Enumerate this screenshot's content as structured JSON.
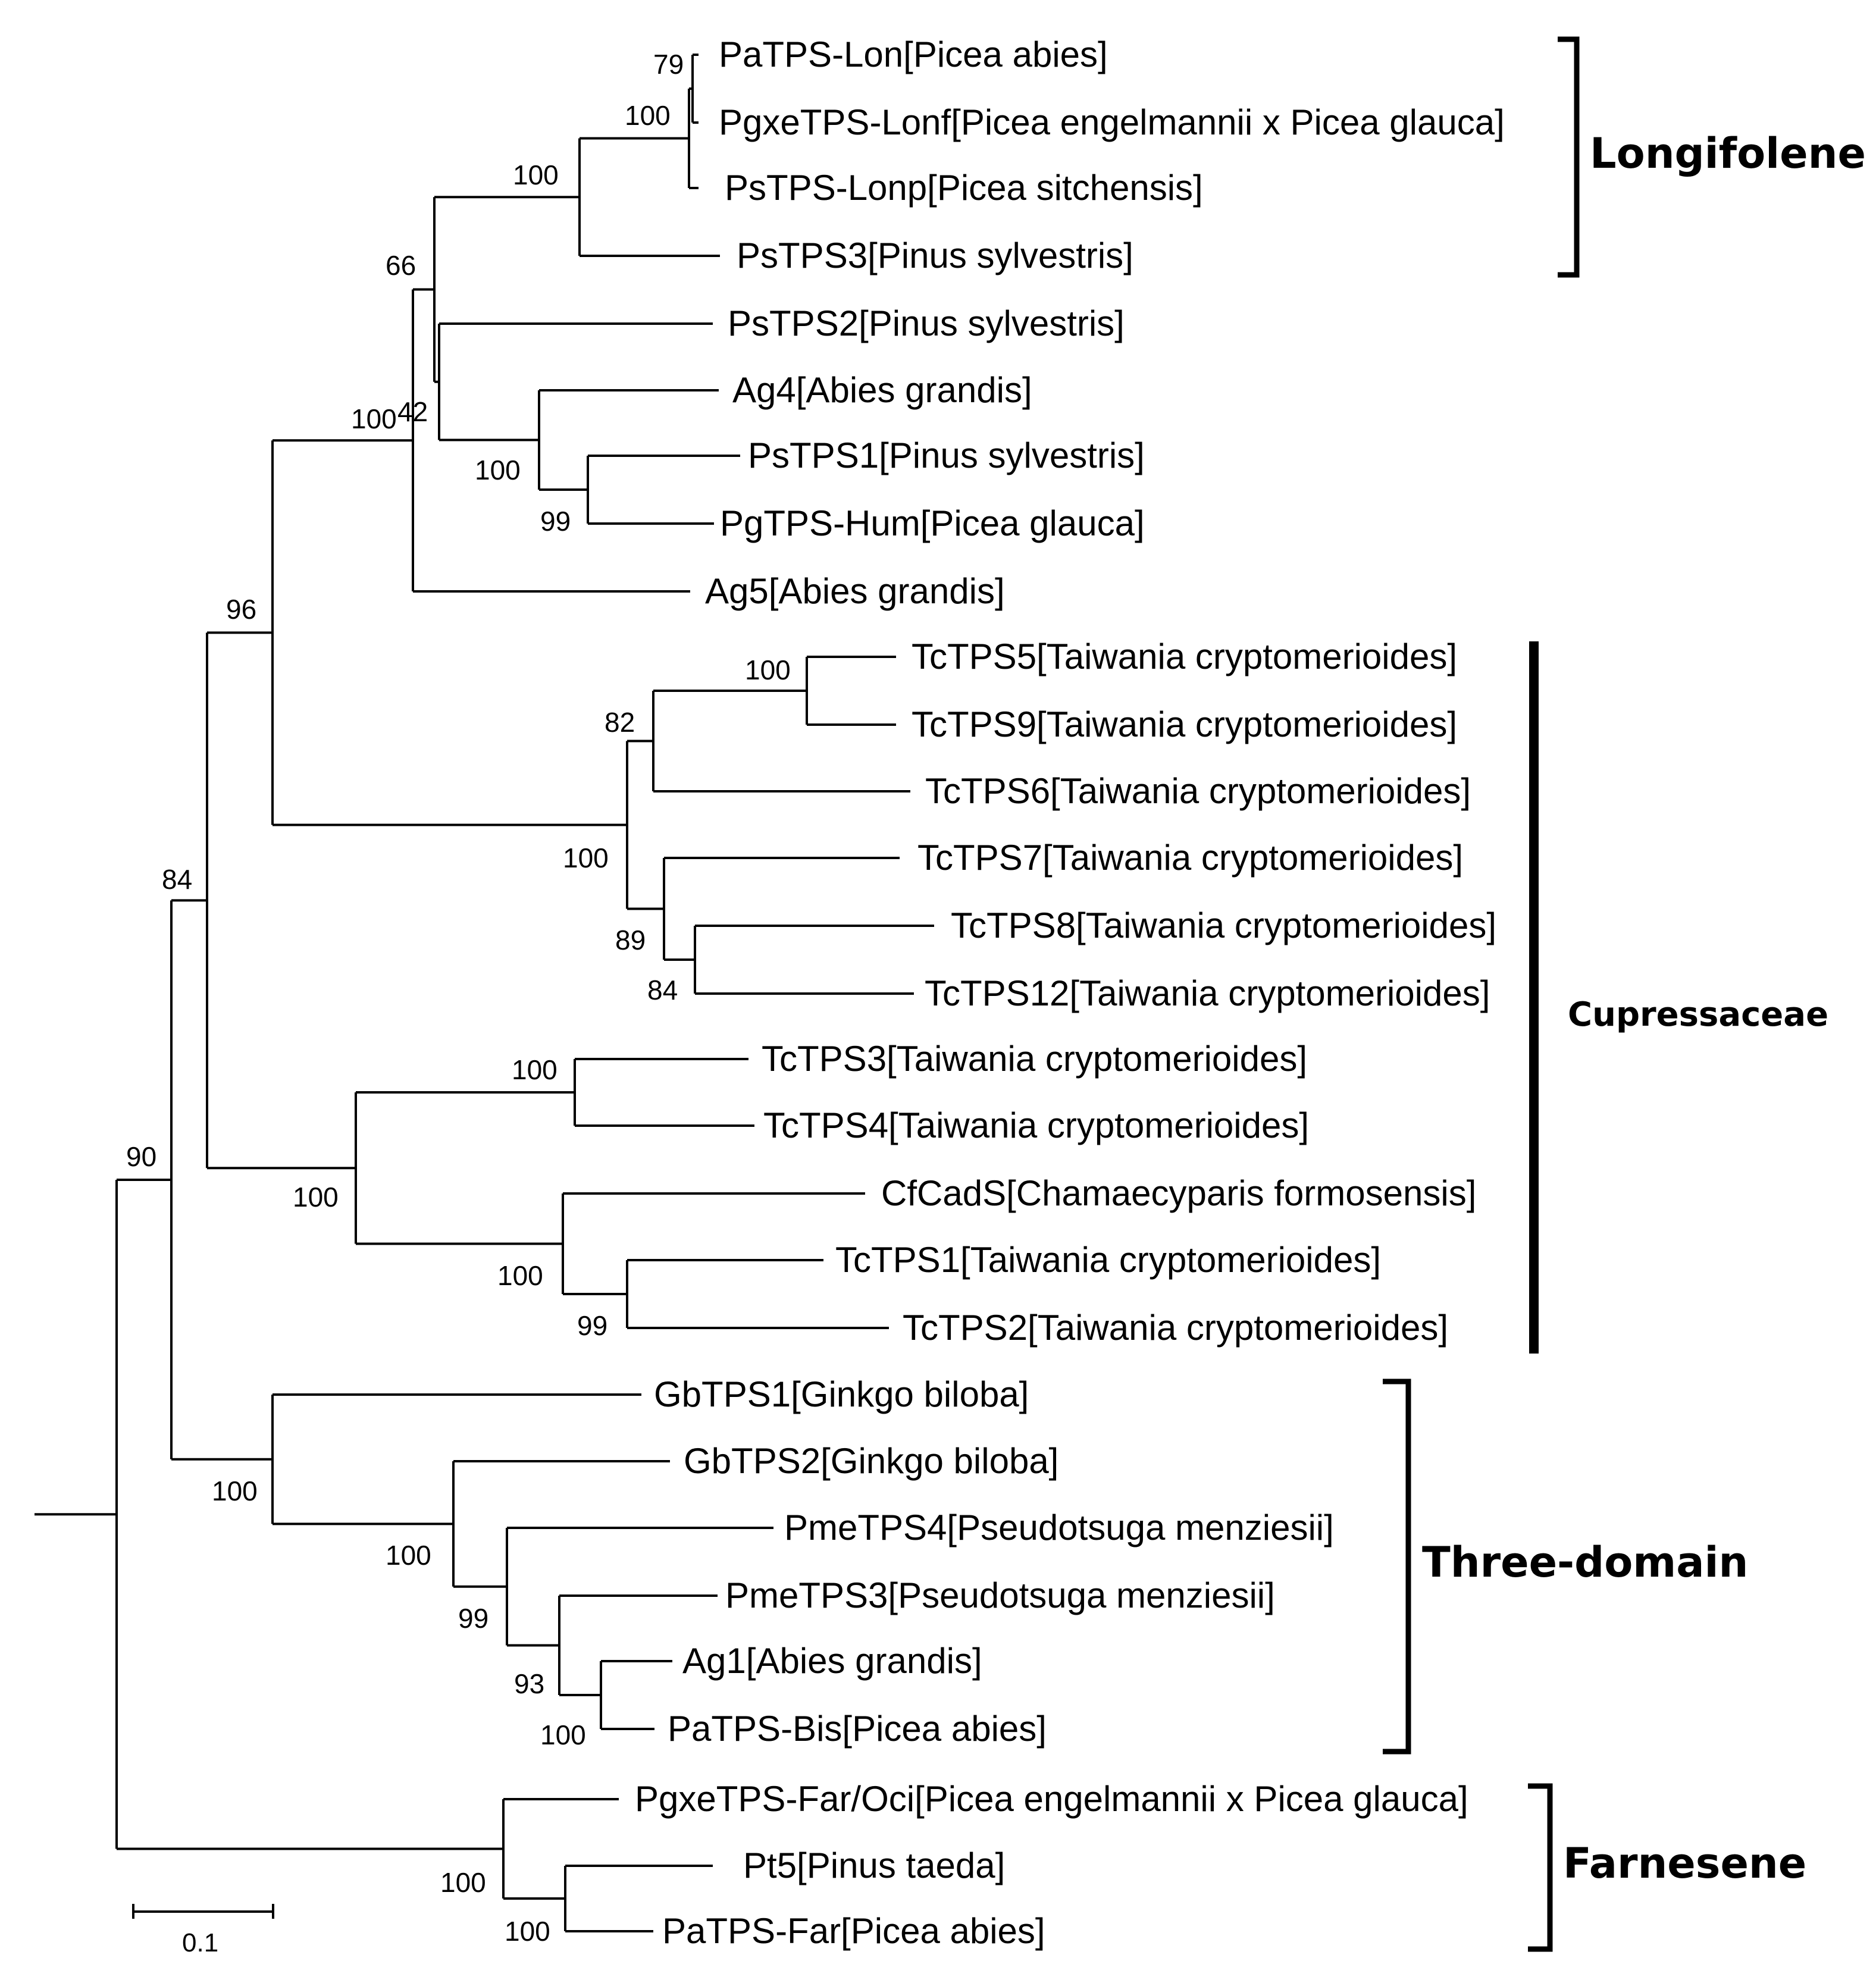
{
  "taxa": [
    "PaTPS-Lon[Picea abies]",
    "PgxeTPS-Lonf[Picea engelmannii x Picea glauca]",
    "PsTPS-Lonp[Picea sitchensis]",
    "PsTPS3[Pinus sylvestris]",
    "PsTPS2[Pinus sylvestris]",
    "Ag4[Abies grandis]",
    "PsTPS1[Pinus sylvestris]",
    "PgTPS-Hum[Picea glauca]",
    "Ag5[Abies grandis]",
    "TcTPS5[Taiwania cryptomerioides]",
    "TcTPS9[Taiwania cryptomerioides]",
    "TcTPS6[Taiwania cryptomerioides]",
    "TcTPS7[Taiwania cryptomerioides]",
    "TcTPS8[Taiwania cryptomerioides]",
    "TcTPS12[Taiwania cryptomerioides]",
    "TcTPS3[Taiwania cryptomerioides]",
    "TcTPS4[Taiwania cryptomerioides]",
    "CfCadS[Chamaecyparis formosensis]",
    "TcTPS1[Taiwania cryptomerioides]",
    "TcTPS2[Taiwania cryptomerioides]",
    "GbTPS1[Ginkgo biloba]",
    "GbTPS2[Ginkgo biloba]",
    "PmeTPS4[Pseudotsuga menziesii]",
    "PmeTPS3[Pseudotsuga menziesii]",
    "Ag1[Abies grandis]",
    "PaTPS-Bis[Picea abies]",
    "PgxeTPS-Far/Oci[Picea engelmannii x Picea glauca]",
    "Pt5[Pinus taeda]",
    "PaTPS-Far[Picea abies]"
  ],
  "bootstrap": [
    "79",
    "100",
    "100",
    "66",
    "100",
    "42",
    "100",
    "99",
    "96",
    "100",
    "82",
    "100",
    "89",
    "84",
    "84",
    "100",
    "100",
    "100",
    "99",
    "90",
    "100",
    "100",
    "99",
    "93",
    "100",
    "100",
    "100"
  ],
  "groups": [
    "Longifolene",
    "Cupressaceae",
    "Three-domain",
    "Farnesene"
  ],
  "scale_label": "0.1"
}
